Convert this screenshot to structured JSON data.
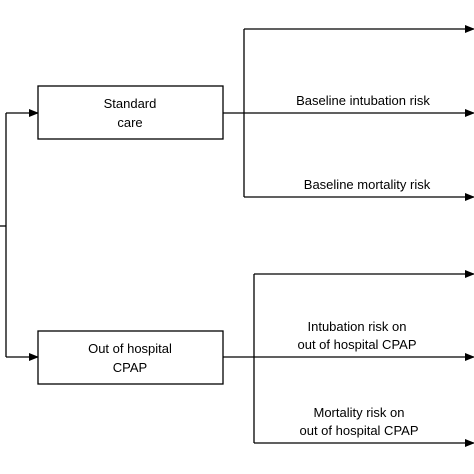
{
  "nodes": {
    "standard_care": {
      "line1": "Standard",
      "line2": "care"
    },
    "out_of_hospital_cpap": {
      "line1": "Out of hospital",
      "line2": "CPAP"
    }
  },
  "edges": {
    "baseline_intubation": {
      "label": "Baseline intubation risk"
    },
    "baseline_mortality": {
      "label": "Baseline mortality risk"
    },
    "intubation_cpap": {
      "line1": "Intubation risk on",
      "line2": "out of hospital CPAP"
    },
    "mortality_cpap": {
      "line1": "Mortality risk on",
      "line2": "out of hospital CPAP"
    }
  },
  "colors": {
    "stroke": "#000000",
    "background": "#ffffff"
  }
}
